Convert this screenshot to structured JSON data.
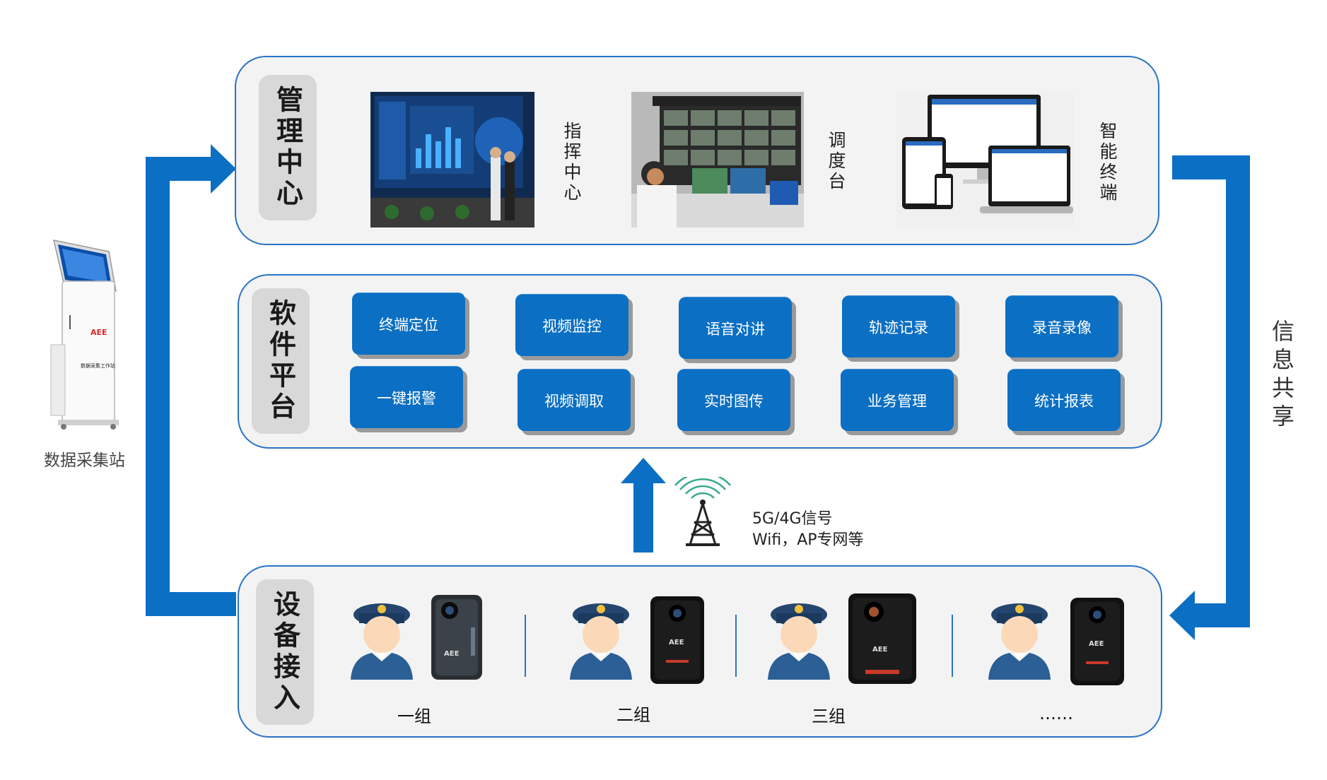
{
  "management": {
    "title": "管理中心",
    "items": [
      {
        "label": "指挥中心"
      },
      {
        "label": "调度台"
      },
      {
        "label": "智能终端"
      }
    ]
  },
  "software": {
    "title": "软件平台",
    "functions": [
      "终端定位",
      "视频监控",
      "语音对讲",
      "轨迹记录",
      "录音录像",
      "一键报警",
      "视频调取",
      "实时图传",
      "业务管理",
      "统计报表"
    ]
  },
  "devices": {
    "title": "设备接入",
    "groups": [
      "一组",
      "二组",
      "三组",
      "……"
    ]
  },
  "signal": {
    "line1": "5G/4G信号",
    "line2": "Wifi，AP专网等"
  },
  "station": {
    "label": "数据采集站",
    "brand": "AEE",
    "screen_text": "数据采集工作站"
  },
  "info_share": "信息共享",
  "camera_brand": "AEE",
  "colors": {
    "accent": "#0b6fc3",
    "panel_border": "#2a73c4",
    "panel_bg": "#f3f3f3",
    "title_bg": "#d8d8d8"
  }
}
